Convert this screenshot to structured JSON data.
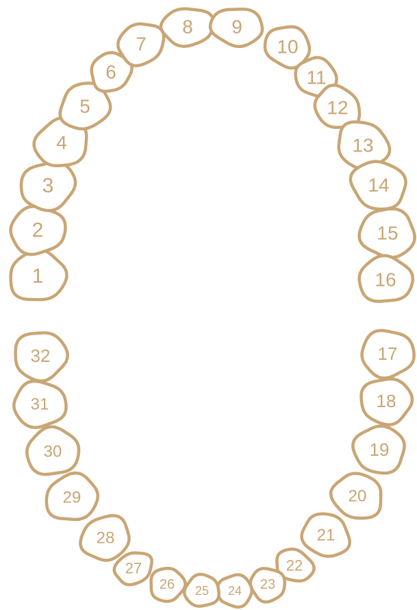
{
  "colors": {
    "outline": "#c8a675",
    "label": "#c8a675",
    "fill": "#ffffff",
    "background": "#ffffff"
  },
  "teeth": [
    {
      "id": "1"
    },
    {
      "id": "2"
    },
    {
      "id": "3"
    },
    {
      "id": "4"
    },
    {
      "id": "5"
    },
    {
      "id": "6"
    },
    {
      "id": "7"
    },
    {
      "id": "8"
    },
    {
      "id": "9"
    },
    {
      "id": "10"
    },
    {
      "id": "11"
    },
    {
      "id": "12"
    },
    {
      "id": "13"
    },
    {
      "id": "14"
    },
    {
      "id": "15"
    },
    {
      "id": "16"
    },
    {
      "id": "17"
    },
    {
      "id": "18"
    },
    {
      "id": "19"
    },
    {
      "id": "20"
    },
    {
      "id": "21"
    },
    {
      "id": "22"
    },
    {
      "id": "23"
    },
    {
      "id": "24"
    },
    {
      "id": "25"
    },
    {
      "id": "26"
    },
    {
      "id": "27"
    },
    {
      "id": "28"
    },
    {
      "id": "29"
    },
    {
      "id": "30"
    },
    {
      "id": "31"
    },
    {
      "id": "32"
    }
  ]
}
